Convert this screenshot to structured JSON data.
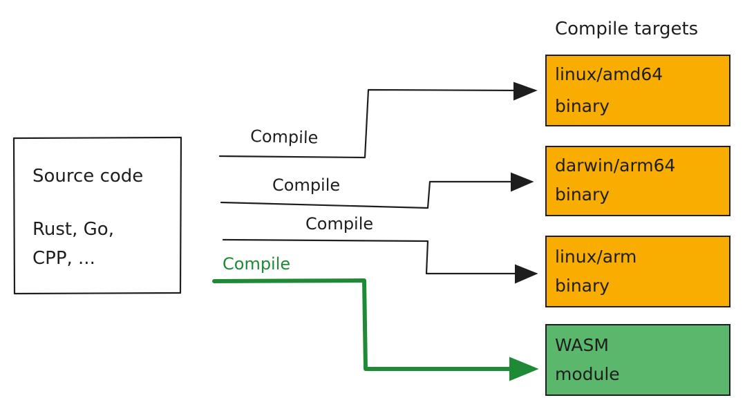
{
  "targets_title": "Compile targets",
  "source": {
    "title": "Source code",
    "langs_line1": "Rust, Go,",
    "langs_line2": "CPP, ..."
  },
  "edges": [
    {
      "label": "Compile"
    },
    {
      "label": "Compile"
    },
    {
      "label": "Compile"
    },
    {
      "label": "Compile"
    }
  ],
  "targets": [
    {
      "line1": "linux/amd64",
      "line2": "binary"
    },
    {
      "line1": "darwin/arm64",
      "line2": "binary"
    },
    {
      "line1": "linux/arm",
      "line2": "binary"
    },
    {
      "line1": "WASM",
      "line2": "module"
    }
  ],
  "colors": {
    "binary_fill": "#f8ad00",
    "wasm_fill": "#5ab76b",
    "highlight": "#1f8a35",
    "ink": "#1e1e1e"
  }
}
